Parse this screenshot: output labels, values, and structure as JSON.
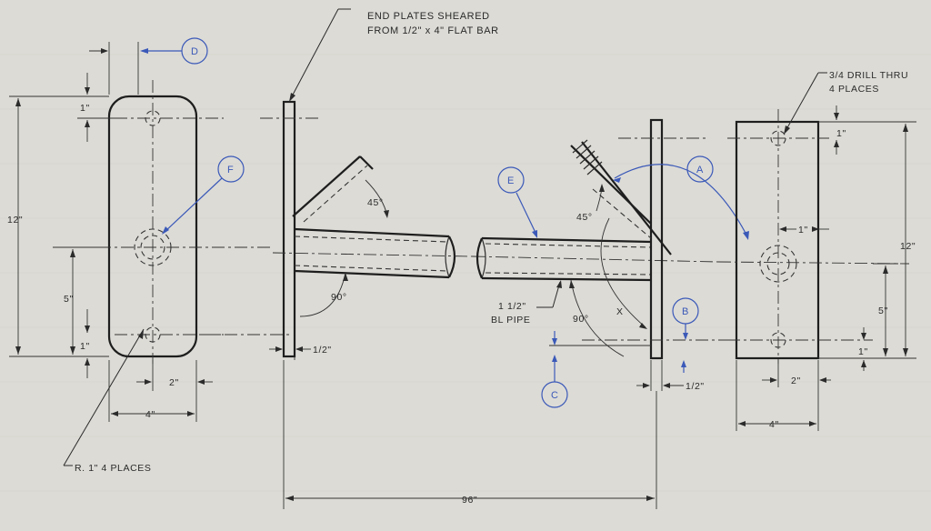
{
  "note_top": [
    "END PLATES SHEARED",
    "FROM 1/2\" x 4\" FLAT BAR"
  ],
  "note_drill": [
    "3/4 DRILL THRU",
    "4 PLACES"
  ],
  "note_radius": "R. 1\" 4 PLACES",
  "note_pipe": [
    "1 1/2\"",
    "BL PIPE"
  ],
  "dims": {
    "left_one_top": "1\"",
    "left_twelve": "12\"",
    "left_five": "5\"",
    "left_one_bottom": "1\"",
    "left_two": "2\"",
    "left_four": "4\"",
    "plate_thk_left": "1/2\"",
    "plate_thk_right": "1/2\"",
    "angle_left": "45°",
    "angle_right": "45°",
    "ninety_left": "90°",
    "ninety_right": "90°",
    "x_label": "X",
    "length": "96\"",
    "right_one_top": "1\"",
    "right_one_mid": "1\"",
    "right_twelve": "12\"",
    "right_five": "5\"",
    "right_one_bottom": "1\"",
    "right_two": "2\"",
    "right_four": "4\""
  },
  "bubbles": {
    "a": "A",
    "b": "B",
    "c": "C",
    "d": "D",
    "e": "E",
    "f": "F"
  },
  "colors": {
    "paper": "#dcdbd6",
    "ink": "#2b2b2b",
    "annotation": "#3b59b8"
  }
}
